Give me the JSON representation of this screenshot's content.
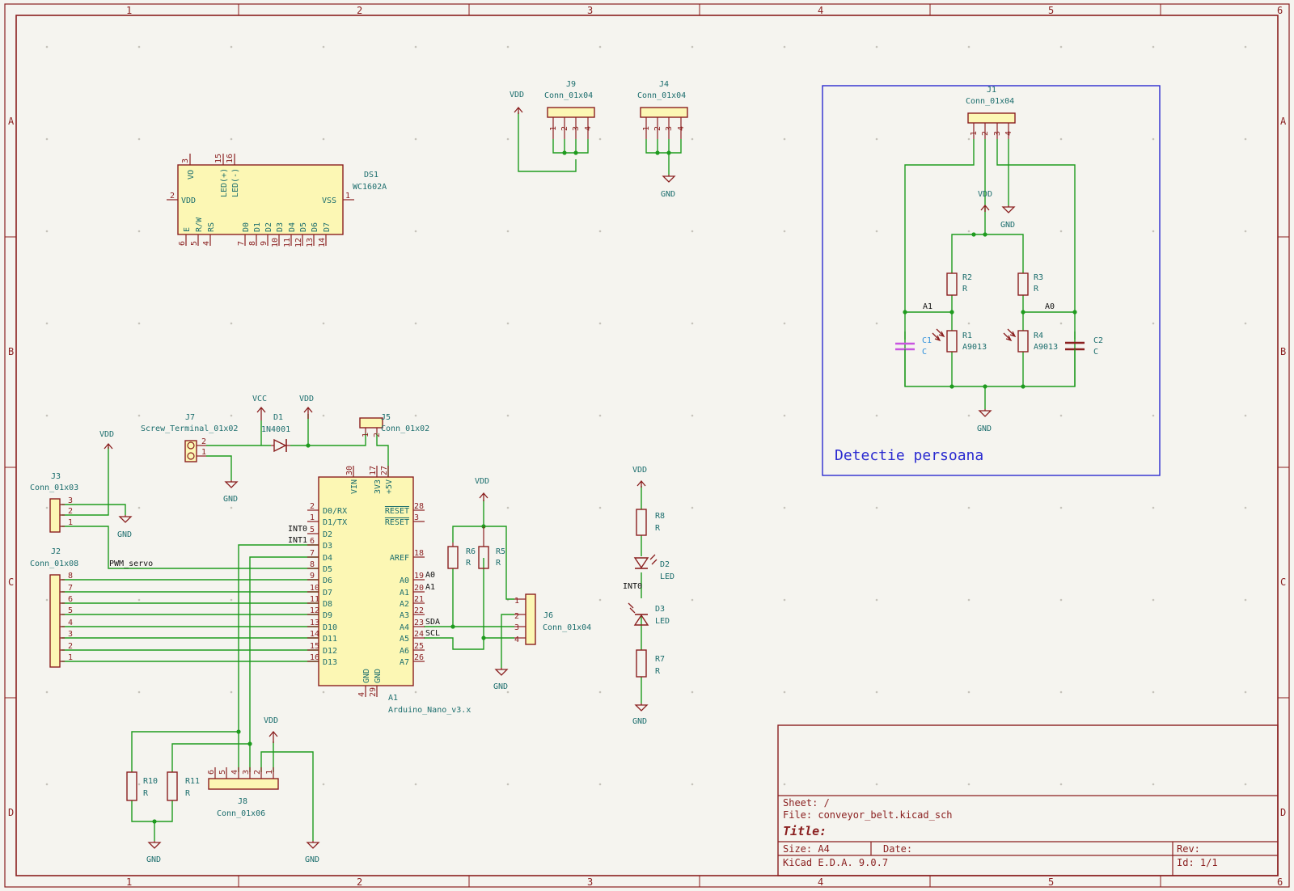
{
  "frame": {
    "columns": [
      "1",
      "2",
      "3",
      "4",
      "5",
      "6"
    ],
    "rows": [
      "A",
      "B",
      "C",
      "D"
    ]
  },
  "title_block": {
    "sheet": "Sheet: /",
    "file": "File: conveyor_belt.kicad_sch",
    "title": "Title:",
    "size": "Size: A4",
    "date": "Date:",
    "rev": "Rev:",
    "tool": "KiCad E.D.A. 9.0.7",
    "id": "Id: 1/1"
  },
  "group": {
    "label": "Detectie persoana"
  },
  "power": {
    "vdd": "VDD",
    "gnd": "GND",
    "vcc": "VCC"
  },
  "nets": {
    "pwm_servo": "PWM_servo",
    "int0": "INT0",
    "int1": "INT1",
    "sda": "SDA",
    "scl": "SCL",
    "a0": "A0",
    "a1": "A1"
  },
  "components": {
    "ds1": {
      "ref": "DS1",
      "value": "WC1602A",
      "pins": {
        "vo": "VO",
        "vdd": "VDD",
        "vss": "VSS",
        "ledp": "LED(+)",
        "ledm": "LED(-)",
        "e": "E",
        "rw": "R/W",
        "rs": "RS",
        "d0": "D0",
        "d1": "D1",
        "d2": "D2",
        "d3": "D3",
        "d4": "D4",
        "d5": "D5",
        "d6": "D6",
        "d7": "D7"
      },
      "nums": {
        "vo": "3",
        "vdd": "2",
        "vss": "1",
        "ledp": "15",
        "ledm": "16",
        "e": "6",
        "rw": "5",
        "rs": "4",
        "d0": "7",
        "d1": "8",
        "d2": "9",
        "d3": "10",
        "d4": "11",
        "d5": "12",
        "d6": "13",
        "d7": "14"
      }
    },
    "j9": {
      "ref": "J9",
      "value": "Conn_01x04"
    },
    "j4": {
      "ref": "J4",
      "value": "Conn_01x04"
    },
    "j1": {
      "ref": "J1",
      "value": "Conn_01x04"
    },
    "j7": {
      "ref": "J7",
      "value": "Screw_Terminal_01x02"
    },
    "d1": {
      "ref": "D1",
      "value": "1N4001"
    },
    "j5": {
      "ref": "J5",
      "value": "Conn_01x02"
    },
    "j3": {
      "ref": "J3",
      "value": "Conn_01x03"
    },
    "j2": {
      "ref": "J2",
      "value": "Conn_01x08"
    },
    "a1": {
      "ref": "A1",
      "value": "Arduino_Nano_v3.x",
      "top": {
        "vin": "VIN",
        "v33": "3V3",
        "v5": "+5V",
        "n_vin": "30",
        "n_33": "17",
        "n_5": "27"
      },
      "left": [
        {
          "n": "2",
          "l": "D0/RX"
        },
        {
          "n": "1",
          "l": "D1/TX"
        },
        {
          "n": "5",
          "l": "D2"
        },
        {
          "n": "6",
          "l": "D3"
        },
        {
          "n": "7",
          "l": "D4"
        },
        {
          "n": "8",
          "l": "D5"
        },
        {
          "n": "9",
          "l": "D6"
        },
        {
          "n": "10",
          "l": "D7"
        },
        {
          "n": "11",
          "l": "D8"
        },
        {
          "n": "12",
          "l": "D9"
        },
        {
          "n": "13",
          "l": "D10"
        },
        {
          "n": "14",
          "l": "D11"
        },
        {
          "n": "15",
          "l": "D12"
        },
        {
          "n": "16",
          "l": "D13"
        }
      ],
      "right": [
        {
          "n": "28",
          "l": "RESET"
        },
        {
          "n": "3",
          "l": "RESET"
        },
        {
          "n": "18",
          "l": "AREF"
        },
        {
          "n": "19",
          "l": "A0"
        },
        {
          "n": "20",
          "l": "A1"
        },
        {
          "n": "21",
          "l": "A2"
        },
        {
          "n": "22",
          "l": "A3"
        },
        {
          "n": "23",
          "l": "A4"
        },
        {
          "n": "24",
          "l": "A5"
        },
        {
          "n": "25",
          "l": "A6"
        },
        {
          "n": "26",
          "l": "A7"
        }
      ],
      "bottom": {
        "gnd": "GND",
        "n1": "4",
        "n2": "29"
      }
    },
    "r6": {
      "ref": "R6",
      "value": "R"
    },
    "r5": {
      "ref": "R5",
      "value": "R"
    },
    "j6": {
      "ref": "J6",
      "value": "Conn_01x04"
    },
    "r8": {
      "ref": "R8",
      "value": "R"
    },
    "d2": {
      "ref": "D2",
      "value": "LED"
    },
    "d3": {
      "ref": "D3",
      "value": "LED"
    },
    "r7": {
      "ref": "R7",
      "value": "R"
    },
    "r10": {
      "ref": "R10",
      "value": "R"
    },
    "r11": {
      "ref": "R11",
      "value": "R"
    },
    "j8": {
      "ref": "J8",
      "value": "Conn_01x06"
    },
    "r2": {
      "ref": "R2",
      "value": "R"
    },
    "r3": {
      "ref": "R3",
      "value": "R"
    },
    "r1": {
      "ref": "R1",
      "value": "A9013"
    },
    "r4": {
      "ref": "R4",
      "value": "A9013"
    },
    "c1": {
      "ref": "C1",
      "value": "C"
    },
    "c2": {
      "ref": "C2",
      "value": "C"
    }
  },
  "colors": {
    "frame": "#8a1f1f",
    "wire": "#1f9b1f",
    "body": "#fcf7b4",
    "label": "#1b6d6d",
    "group": "#2b2bd0",
    "background": "#f5f4ef"
  }
}
